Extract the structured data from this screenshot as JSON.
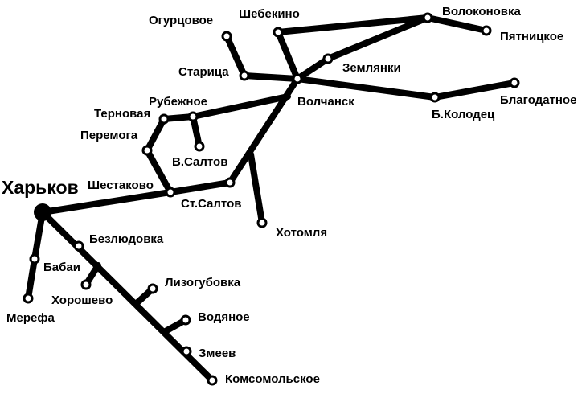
{
  "title": "Route network map",
  "colors": {
    "line": "#000000",
    "station_fill": "#ffffff",
    "background": "#ffffff"
  },
  "hub": "Харьков",
  "stations": {
    "ogurtsovoe": "Огурцовое",
    "shebekino": "Шебекино",
    "volokonovka": "Волоконовка",
    "pyatnitskoe": "Пятницкое",
    "starica": "Старица",
    "zemlyanki": "Землянки",
    "volchansk": "Волчанск",
    "rubezhnoe": "Рубежное",
    "ternovaya": "Терновая",
    "peremoga": "Перемога",
    "b_kolodets": "Б.Колодец",
    "blagodatnoe": "Благодатное",
    "v_saltov": "В.Салтов",
    "shestakovo": "Шестаково",
    "st_saltov": "Ст.Салтов",
    "khotomlya": "Хотомля",
    "bezlyudovka": "Безлюдовка",
    "babai": "Бабаи",
    "khoroshevo": "Хорошево",
    "lizogubovka": "Лизогубовка",
    "merefa": "Мерефа",
    "vodyanoe": "Водяное",
    "zmeev": "Змеев",
    "komsomolskoe": "Комсомольское"
  }
}
